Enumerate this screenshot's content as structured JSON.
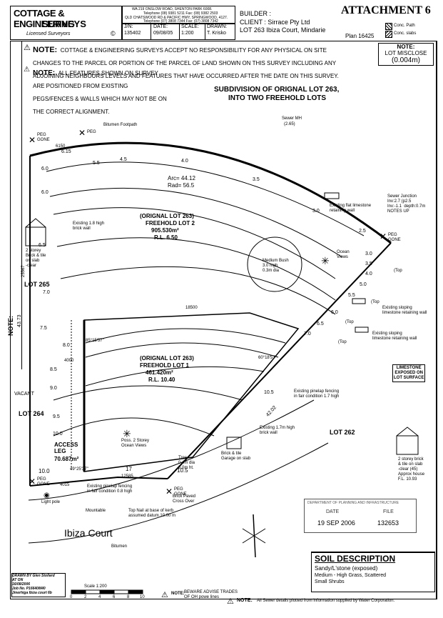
{
  "attachment": "ATTACHMENT 6",
  "company": {
    "name_line1": "COTTAGE & ENGINEERING",
    "name_line2": "SURVEYS",
    "subtitle": "Licensed Surveyors",
    "wa": "WA  219 ONSLOW ROAD, SHENTON PARK 6008.",
    "wa_tel": "Telephone (08) 9381 5211  Fax: (08) 9382 2503",
    "qld": "QLD  CHATSWOOD RD & PACIFIC HWY, SPRINGWOOD, 4127.",
    "qld_tel": "Telephone (07) 3808 7344  Fax: (07) 3808 7342",
    "copyright": "©"
  },
  "jobinfo": {
    "jn_label": "J/N:",
    "jn": "135402",
    "date_label": "DATE:",
    "date": "09/08/05",
    "scale_label": "SCALE:",
    "scale": "1:200",
    "drawn_label": "DRAWN:",
    "drawn": "T. Krisko"
  },
  "builder": {
    "label": "BUILDER :",
    "client": "CLIENT : Sirrace Pty Ltd",
    "lot": "LOT  263 Ibiza Court, Mindarie",
    "plan": "Plan 16425"
  },
  "legend": {
    "path": "Conc. Path",
    "slabs": "Conc. slabs"
  },
  "notes": {
    "note1_label": "NOTE:",
    "note1": "COTTAGE & ENGINEERING SURVEYS ACCEPT NO RESPONSIBILITY FOR ANY PHYSICAL ON SITE CHANGES TO THE PARCEL OR PORTION OF THE PARCEL OF LAND SHOWN ON THIS SURVEY INCLUDING ANY ADJOINING NEIGHBOURS LEVELS AND FEATURES THAT HAVE OCCURRED AFTER THE DATE ON THIS SURVEY.",
    "note2_label": "NOTE:",
    "note2": "ALL FEATURES SHOWN ON SURVEY ARE POSITIONED FROM EXISTING PEGS/FENCES & WALLS WHICH MAY NOT BE ON THE CORRECT ALIGNMENT.",
    "misclose_label": "NOTE:",
    "misclose_text": "LOT MISCLOSE",
    "misclose_value": "(0.004m)",
    "side_note": "NOTE:"
  },
  "plan": {
    "subdivision_title": "SUBDIVISION OF ORIGNAL LOT 263,",
    "subdivision_sub": "INTO TWO FREEHOLD LOTS",
    "footpath": "Bitumen Footpath",
    "sewer_mh": "Sewer MH",
    "sewer_mh_level": "(2.65)",
    "sewer_junction": "Sewer Junction\nInv:2.7 (p2.5\nInv:-1.1  depth:0.7m\nNOTES UP",
    "peg_gone": "PEG\nGONE",
    "peg": "PEG",
    "arc": "Arc= 44.12",
    "rad": "Rad= 56.5",
    "lot2_title": "(ORIGNAL LOT 263)",
    "lot2_name": "FREEHOLD LOT 2",
    "lot2_area": "905.530m²",
    "lot2_rl": "R.L. 6.50",
    "lot1_title": "(ORIGNAL LOT 263)",
    "lot1_name": "FREEHOLD LOT 1",
    "lot1_area": "461.420m²",
    "lot1_rl": "R.L. 10.40",
    "lot265": "LOT 265",
    "lot264": "LOT 264",
    "lot262": "LOT 262",
    "vacant": "VACANT",
    "access_leg": "ACCESS\nLEG",
    "access_area": "70.687m²",
    "medium_bush": "Medium Bush\n3.0 high\n0.3m dia",
    "ocean_views": "Ocean\nViews",
    "poss_ocean": "Poss. 2 Storey\nOcean Views",
    "house_left": "2 storey\nBrick & tile\non slab\n-clear",
    "house_right": "2 storey brick\n& tile on slab\n-clear (45)\nApprox house\nF.L. 10.93",
    "garage": "Brick & tile\nGarage on slab",
    "brick_paved": "Brick Paved\nCross Over",
    "light_pole": "Light pole",
    "mountable": "Mountable",
    "kerb_note": "Top Nail at base of kerb\nassumed datum 10.00 m",
    "tree": "Tree\n0.4m dia\n3.0m ht.",
    "limestone": "LIMESTONE\nEXPOSED ON\nLOT SURFACE",
    "existing_wall1": "Existing 1.8 high\nbrick wall",
    "existing_wall2": "Existing flat limestone\nretaining wall",
    "existing_fence": "Existing pinelap fencing\nin fair condition 1.7 high",
    "existing_fence2": "Existing pinelap fencing\nin fair condition 0.8 high",
    "existing_sloping": "Existing sloping\nlimestone retaining wall",
    "existing_brick17": "Existing 1.7m high\nbrick wall",
    "ibiza": "Ibiza Court",
    "bitumen": "Bitumen",
    "dims": {
      "d6150": "6150",
      "d615": "6.15",
      "d18500": "18500",
      "d43_73": "43.73",
      "d42_02": "42.02",
      "d12585": "12585",
      "d10_5": "10.5",
      "d17": "17",
      "d10": "10.0",
      "d4000": "4000",
      "d4015": "4015",
      "d25567": "25567",
      "angle1": "85°15'57\"",
      "angle2": "49°25'37\"",
      "angle3": "60°18'57\""
    },
    "contours": [
      "6.0",
      "5.5",
      "5.0",
      "4.5",
      "4.0",
      "3.5",
      "3.0",
      "2.5",
      "3.0",
      "3.5",
      "4.0",
      "4.5",
      "5.0",
      "5.5",
      "6.0",
      "6.5",
      "7.0",
      "7.5",
      "8.0",
      "8.5",
      "9.0",
      "9.5",
      "10.0",
      "10.5"
    ],
    "top": "(Top"
  },
  "stamp": {
    "line1": "DEPARTMENT OF PLANNING AND INFRASTRUCTURE",
    "date_label": "DATE",
    "file_label": "FILE",
    "date": "19 SEP 2006",
    "file": "132653"
  },
  "soil": {
    "title": "SOIL DESCRIPTION",
    "type": "Sandy/L'stone (exposed)",
    "desc1": "Medium - High Grass, Scattered",
    "desc2": "Small Shrubs"
  },
  "footer": {
    "drawn": "DRAWN BY Glen Stollard\nAT ON\n16/08/2006\nJob No. P16640M40\nJmerhiga Ibiza court 6b",
    "scale_label": "Scale 1:200",
    "scale_ticks": [
      "0",
      "2",
      "4",
      "6",
      "8",
      "10"
    ],
    "note_beware_label": "NOTE:",
    "note_beware": "BEWARE ADVISE TRADES\nOF OH powe lines",
    "note_sewer_label": "NOTE:",
    "note_sewer": "All Sewer details plotted from information supplied by Water Corporation."
  }
}
